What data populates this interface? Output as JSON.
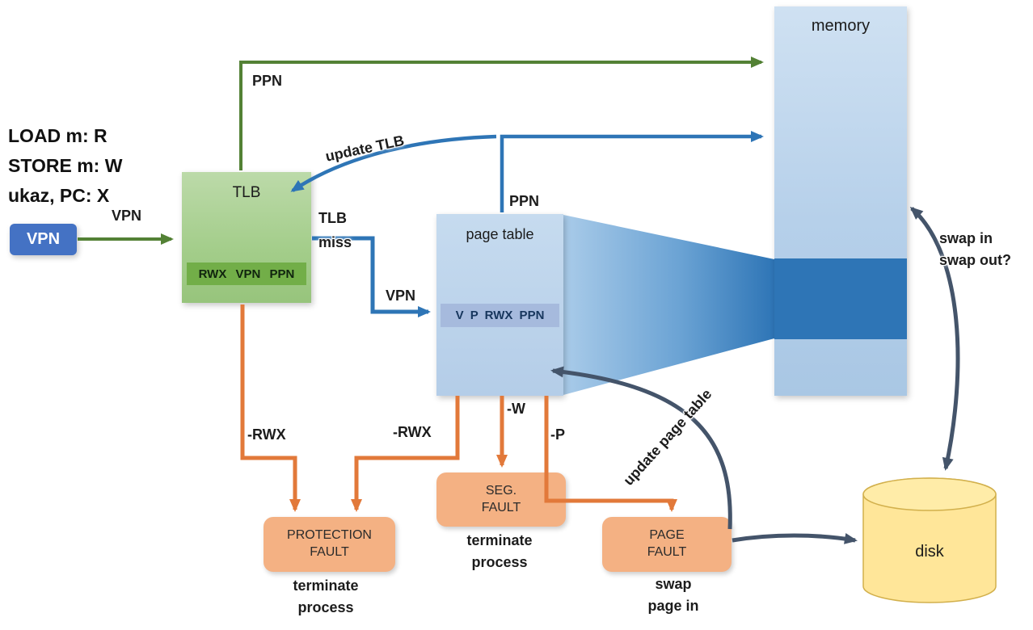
{
  "legend": {
    "line1": "LOAD m: R",
    "line2": "STORE m: W",
    "line3": "ukaz, PC: X"
  },
  "nodes": {
    "vpn": {
      "label": "VPN"
    },
    "tlb": {
      "label": "TLB",
      "entry_row": "RWX VPN PPN"
    },
    "page_table": {
      "label": "page table",
      "entry_row": "V P RWX PPN"
    },
    "memory": {
      "label": "memory"
    },
    "disk": {
      "label": "disk"
    },
    "protection_fault": {
      "label": "PROTECTION\nFAULT",
      "action": "terminate\nprocess"
    },
    "seg_fault": {
      "label": "SEG.\nFAULT",
      "action": "terminate\nprocess"
    },
    "page_fault": {
      "label": "PAGE\nFAULT",
      "action": "swap\npage in"
    }
  },
  "edges": {
    "vpn_to_tlb": "VPN",
    "tlb_hit_ppn": "PPN",
    "pt_hit_ppn": "PPN",
    "update_tlb": "update TLB",
    "tlb_miss": "TLB\nmiss",
    "vpn_to_pt": "VPN",
    "no_rwx_from_tlb": "-RWX",
    "no_rwx_from_pt": "-RWX",
    "no_w": "-W",
    "no_p": "-P",
    "update_page_table": "update page table",
    "swap_in_out": "swap in\nswap out?"
  },
  "colors": {
    "green_box": "#a3cd8a",
    "green_strip": "#72ae48",
    "green_arrow": "#538135",
    "blue_arrow": "#2e75b6",
    "blue_box": "#bdd7ee",
    "blue_strip": "#a6badd",
    "memory_band": "#2e75b6",
    "vpn_box": "#4472c4",
    "orange_arrow": "#e2793a",
    "fault_box": "#f4b183",
    "slate_arrow": "#44546a",
    "disk_fill": "#ffe699"
  }
}
